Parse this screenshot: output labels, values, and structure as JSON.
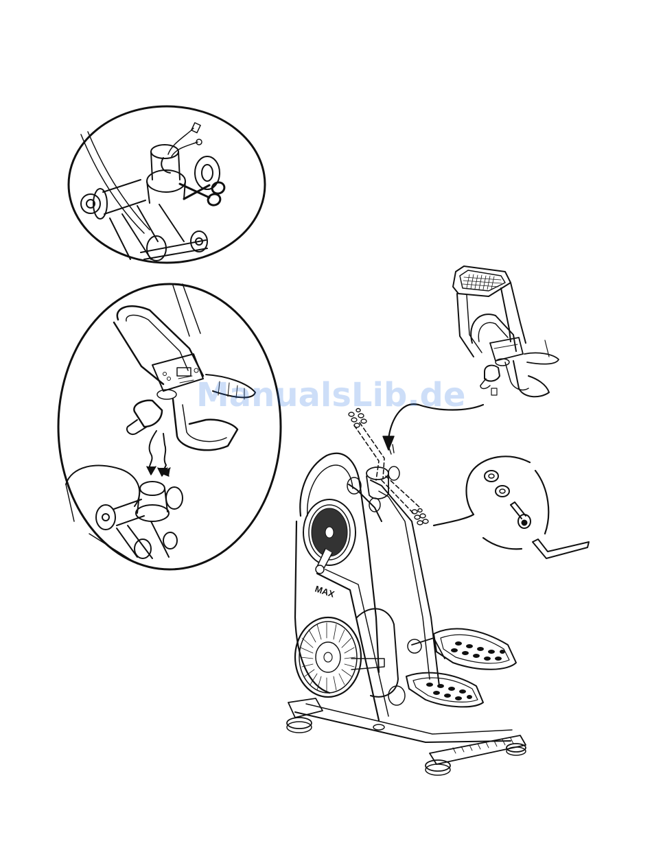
{
  "document": {
    "type": "assembly-illustration",
    "colors": {
      "ink": "#111111",
      "background": "#ffffff",
      "watermark": "#1f6fe0"
    }
  },
  "watermark": {
    "text": "ManualsLib.de"
  },
  "illustrations": {
    "detail_top": {
      "icon": "scissors-icon"
    },
    "detail_middle": {
      "icon": "wire-connector-icon"
    },
    "main_machine": {
      "badge_text": "MAX"
    },
    "hardware_callout": {
      "icon": "allen-wrench-icon"
    }
  }
}
